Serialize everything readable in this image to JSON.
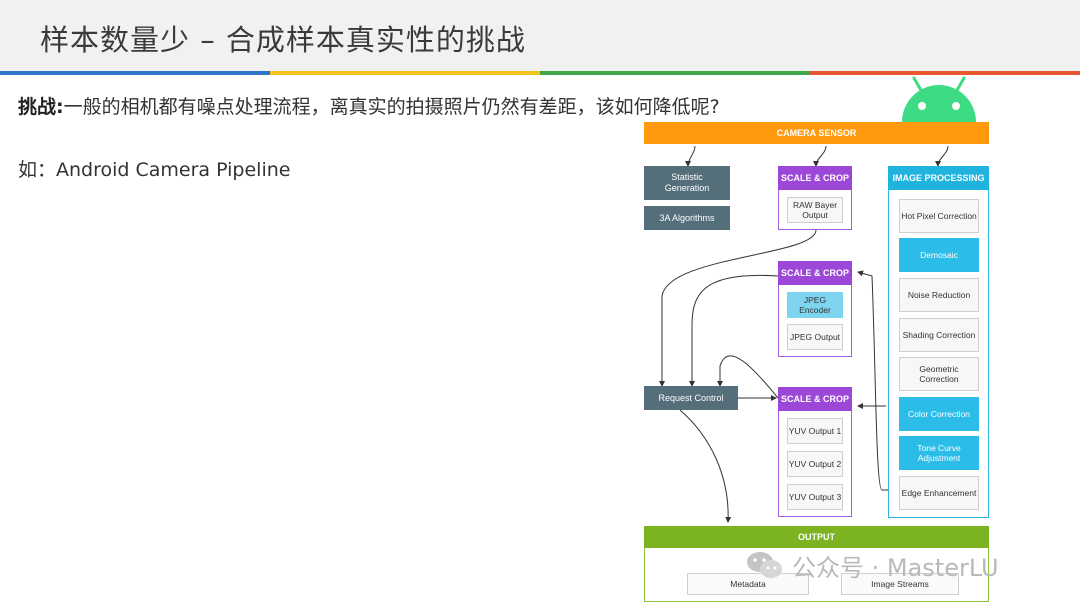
{
  "slide": {
    "title": "样本数量少 – 合成样本真实性的挑战",
    "stripe_colors": [
      "#2f75c9",
      "#f5c31a",
      "#3fa64b",
      "#e9572f"
    ]
  },
  "body": {
    "challenge_label": "挑战:",
    "challenge_text": "一般的相机都有噪点处理流程，离真实的拍摄照片仍然有差距，该如何降低呢?",
    "example_text": "如：Android Camera Pipeline"
  },
  "diagram": {
    "camera_sensor": "CAMERA SENSOR",
    "statistic_generation": "Statistic Generation",
    "algorithms_3a": "3A Algorithms",
    "scale_crop_1": "SCALE & CROP",
    "raw_bayer_output": "RAW Bayer Output",
    "scale_crop_2": "SCALE & CROP",
    "jpeg_encoder": "JPEG Encoder",
    "jpeg_output": "JPEG Output",
    "request_control": "Request Control",
    "scale_crop_3": "SCALE & CROP",
    "yuv_output_1": "YUV Output 1",
    "yuv_output_2": "YUV Output 2",
    "yuv_output_3": "YUV Output 3",
    "image_processing": "IMAGE PROCESSING",
    "steps": [
      "Hot Pixel Correction",
      "Demosaic",
      "Noise Reduction",
      "Shading Correction",
      "Geometric Correction",
      "Color Correction",
      "Tone Curve Adjustment",
      "Edge Enhancement"
    ],
    "output": "OUTPUT",
    "metadata": "Metadata",
    "image_streams": "Image Streams",
    "colors": {
      "orange": "#ff9a0e",
      "dark_slate": "#546e7a",
      "purple": "#9c47d7",
      "cyan": "#1fb3de",
      "green": "#7bb321",
      "android_green": "#3ddc84"
    }
  },
  "watermark": {
    "text": "公众号 · MasterLU",
    "icon": "wechat-icon"
  },
  "logo": {
    "icon": "android-logo-icon"
  }
}
